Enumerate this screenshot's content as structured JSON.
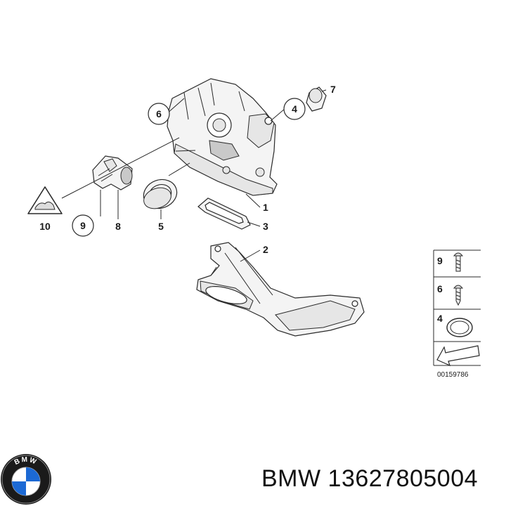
{
  "callouts": {
    "c1": "1",
    "c2": "2",
    "c3": "3",
    "c4": "4",
    "c5": "5",
    "c6": "6",
    "c7": "7",
    "c8": "8",
    "c9": "9",
    "c10": "10"
  },
  "legend": {
    "l9": "9",
    "l6": "6",
    "l4": "4"
  },
  "reference_code": "00159786",
  "logo_text": "BMW",
  "caption": "BMW 13627805004",
  "colors": {
    "line": "#2a2a2a",
    "logo_blue": "#1c69d4"
  }
}
